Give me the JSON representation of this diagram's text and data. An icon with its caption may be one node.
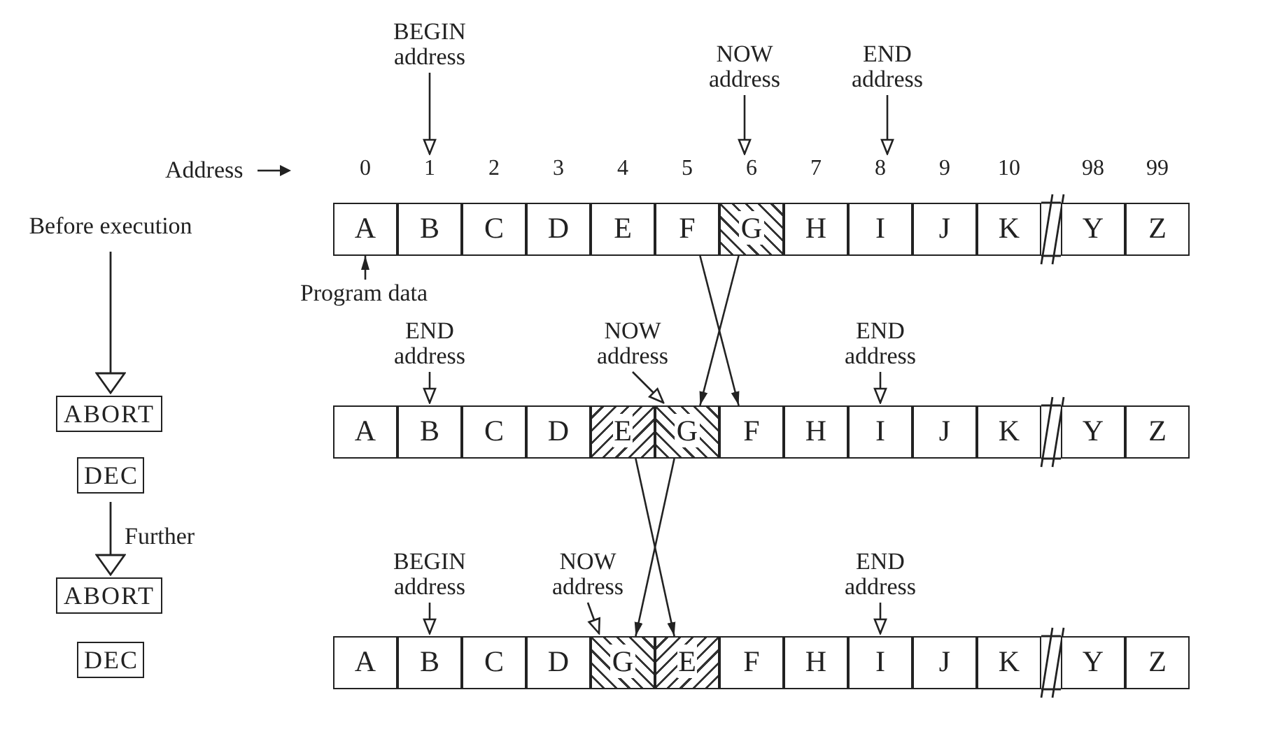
{
  "diagram": {
    "nodes": [
      {
        "text": [
          "Before execution"
        ]
      },
      {
        "text": [
          "ABORT"
        ]
      },
      {
        "text": [
          "DEC"
        ]
      },
      {
        "text": [
          "ABORT"
        ]
      },
      {
        "text": [
          "DEC"
        ]
      },
      {
        "text": [
          "0"
        ]
      },
      {
        "text": [
          "1"
        ]
      },
      {
        "text": [
          "2"
        ]
      },
      {
        "text": [
          "3"
        ]
      },
      {
        "text": [
          "4"
        ]
      },
      {
        "text": [
          "5"
        ]
      },
      {
        "text": [
          "6"
        ]
      },
      {
        "text": [
          "7"
        ]
      },
      {
        "text": [
          "8"
        ]
      },
      {
        "text": [
          "9"
        ]
      },
      {
        "text": [
          "10"
        ]
      },
      {
        "text": [
          "98"
        ]
      },
      {
        "text": [
          "99"
        ]
      },
      {
        "text": [
          "BEGIN address"
        ]
      },
      {
        "text": [
          "NOW address"
        ]
      },
      {
        "text": [
          "END address"
        ]
      },
      {
        "text": [
          "A"
        ]
      },
      {
        "text": [
          "B"
        ]
      },
      {
        "text": [
          "C"
        ]
      },
      {
        "text": [
          "D"
        ]
      },
      {
        "text": [
          "E"
        ]
      },
      {
        "text": [
          "F"
        ]
      },
      {
        "text": [
          "G"
        ]
      },
      {
        "text": [
          "H"
        ]
      },
      {
        "text": [
          "I"
        ]
      },
      {
        "text": [
          "J"
        ]
      },
      {
        "text": [
          "K"
        ]
      },
      {
        "text": [
          "Y"
        ]
      },
      {
        "text": [
          "Z"
        ]
      },
      {
        "text": [
          "Program data"
        ]
      },
      {
        "text": [
          "END address"
        ]
      },
      {
        "text": [
          "NOW address"
        ]
      },
      {
        "text": [
          "END address"
        ]
      },
      {
        "text": [
          "A"
        ]
      },
      {
        "text": [
          "B"
        ]
      },
      {
        "text": [
          "C"
        ]
      },
      {
        "text": [
          "D"
        ]
      },
      {
        "text": [
          "E"
        ]
      },
      {
        "text": [
          "G"
        ]
      },
      {
        "text": [
          "F"
        ]
      },
      {
        "text": [
          "H"
        ]
      },
      {
        "text": [
          "I"
        ]
      },
      {
        "text": [
          "J"
        ]
      },
      {
        "text": [
          "K"
        ]
      },
      {
        "text": [
          "Y"
        ]
      },
      {
        "text": [
          "Z"
        ]
      },
      {
        "text": [
          "BEGIN address"
        ]
      },
      {
        "text": [
          "NOW address"
        ]
      },
      {
        "text": [
          "END address"
        ]
      },
      {
        "text": [
          "A"
        ]
      },
      {
        "text": [
          "B"
        ]
      },
      {
        "text": [
          "C"
        ]
      },
      {
        "text": [
          "D"
        ]
      },
      {
        "text": [
          "G"
        ]
      },
      {
        "text": [
          "E"
        ]
      },
      {
        "text": [
          "F"
        ]
      },
      {
        "text": [
          "H"
        ]
      },
      {
        "text": [
          "I"
        ]
      },
      {
        "text": [
          "J"
        ]
      },
      {
        "text": [
          "K"
        ]
      },
      {
        "text": [
          "Y"
        ]
      },
      {
        "text": [
          "Z"
        ]
      }
    ],
    "edges": [
      {
        "from": 0,
        "to": 1,
        "arrow": "to"
      },
      {
        "from": 2,
        "to": 3,
        "arrow": "to",
        "label": "Further"
      },
      {
        "from": 18,
        "to": 6,
        "arrow": "to"
      },
      {
        "from": 19,
        "to": 11,
        "arrow": "to"
      },
      {
        "from": 20,
        "to": 13,
        "arrow": "to"
      },
      {
        "from": 34,
        "to": 21,
        "arrow": "to"
      },
      {
        "from": 26,
        "to": 44,
        "arrow": "to"
      },
      {
        "from": 27,
        "to": 43,
        "arrow": "to"
      },
      {
        "from": 35,
        "to": 39,
        "arrow": "to"
      },
      {
        "from": 36,
        "to": 43,
        "arrow": "to"
      },
      {
        "from": 37,
        "to": 46,
        "arrow": "to"
      },
      {
        "from": 42,
        "to": 59,
        "arrow": "to"
      },
      {
        "from": 43,
        "to": 58,
        "arrow": "to"
      },
      {
        "from": 51,
        "to": 55,
        "arrow": "to"
      },
      {
        "from": 52,
        "to": 58,
        "arrow": "to"
      },
      {
        "from": 53,
        "to": 62,
        "arrow": "to"
      }
    ],
    "labels": [
      "Address"
    ]
  }
}
